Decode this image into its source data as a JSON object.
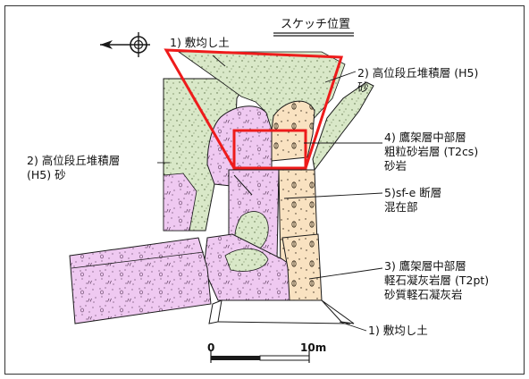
{
  "sketch_position_label": "スケッチ位置",
  "labels": {
    "fill_soil_top": "1) 敷均し土",
    "terrace_right": [
      "2) 高位段丘堆積層 (H5)",
      "砂"
    ],
    "takanosu_coarse": [
      "4) 鷹架層中部層",
      "粗粒砂岩層 (T2cs)",
      "砂岩"
    ],
    "terrace_left": [
      "2) 高位段丘堆積層",
      "(H5) 砂"
    ],
    "fault_zone": [
      "5)sf-e 断層",
      "混在部"
    ],
    "takanosu_pumice": [
      "3) 鷹架層中部層",
      "軽石凝灰岩層 (T2pt)",
      "砂質軽石凝灰岩"
    ],
    "fill_soil_bottom": "1) 敷均し土"
  },
  "scale": {
    "start": "0",
    "end": "10m"
  },
  "icons": [
    "north-arrow-icon"
  ],
  "colors": {
    "terrace_sand": "#d9e8c8",
    "pumice_tuff": "#efc9f1",
    "coarse_sandstone": "#f9e2c1",
    "sketch_outline": "#ee1b1b",
    "line": "#1a1a1a"
  }
}
